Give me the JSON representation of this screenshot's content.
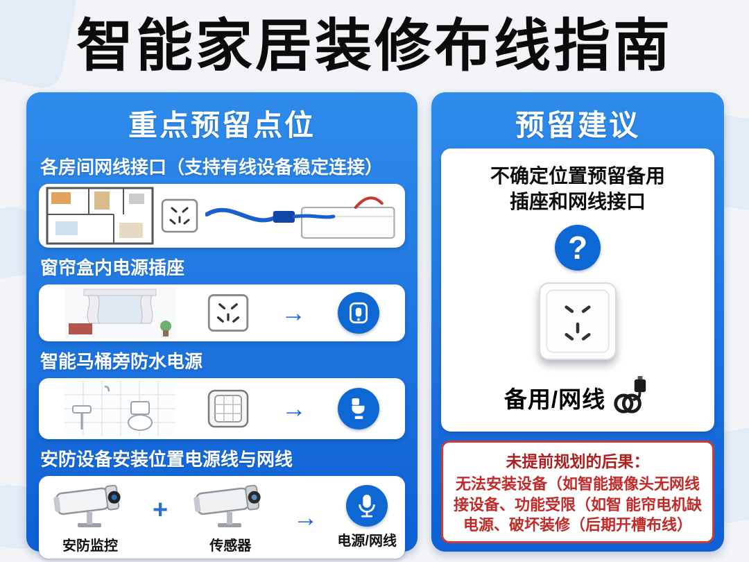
{
  "page": {
    "title": "智能家居装修布线指南"
  },
  "icons": {
    "arrow": "→",
    "plus": "+"
  },
  "left_panel": {
    "header": "重点预留点位",
    "sections": [
      {
        "label": "各房间网线接口（支持有线设备稳定连接）"
      },
      {
        "label": "窗帘盒内电源插座"
      },
      {
        "label": "智能马桶旁防水电源"
      },
      {
        "label": "安防设备安装位置电源线与网线",
        "captions": [
          "安防监控",
          "传感器",
          "电源/网线"
        ]
      }
    ]
  },
  "right_panel": {
    "header": "预留建议",
    "advice": {
      "line1": "不确定位置预留备用",
      "line2": "插座和网线接口",
      "question_mark": "?",
      "socket_caption": "备用/网线"
    },
    "warning": {
      "title": "未提前规划的后果：",
      "lines": [
        "无法安装设备（如智能摄像头无网线",
        "接设备、功能受限（如智 能帘电机缺",
        "电源、破坏装修（后期开槽布线）"
      ]
    }
  },
  "colors": {
    "panel_blue": "#1a6fdb",
    "circle_blue": "#0d68d4",
    "warning_red": "#c22a28",
    "cable_blue": "#1a5fd0"
  }
}
